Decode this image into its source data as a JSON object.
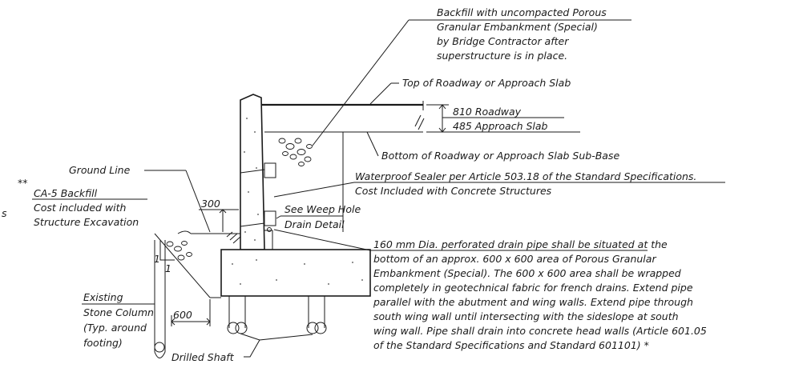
{
  "notes": {
    "backfill_porous": [
      "Backfill with uncompacted Porous",
      "Granular Embankment (Special)",
      "by Bridge Contractor after",
      "superstructure is in place."
    ],
    "top_roadway": "Top of Roadway or Approach Slab",
    "roadway_810": "810 Roadway",
    "approach_485": "485 Approach Slab",
    "bottom_roadway": "Bottom of Roadway or Approach Slab Sub-Base",
    "waterproof": [
      "Waterproof Sealer per Article 503.18 of the Standard Specifications.",
      "Cost Included with Concrete Structures"
    ],
    "ground_line": "Ground Line",
    "double_star": "**",
    "ca5": [
      "CA-5 Backfill",
      "Cost included with",
      "Structure Excavation"
    ],
    "edge_s": "s",
    "dim_300": "300",
    "weep_hole": [
      "See Weep Hole",
      "Drain Detail"
    ],
    "slope_1a": "1",
    "slope_1b": "1",
    "drain_pipe": [
      "160 mm Dia. perforated drain pipe shall be situated at the",
      "bottom of an approx. 600 x 600 area of Porous Granular",
      "Embankment (Special).  The 600 x 600 area shall be wrapped",
      "completely in geotechnical fabric for french drains. Extend pipe",
      "parallel with the abutment and wing walls.  Extend pipe through",
      "south wing wall until intersecting with the sideslope at south",
      "wing wall.  Pipe shall drain into concrete head walls (Article 601.05",
      "of the Standard Specifications and Standard 601101) *"
    ],
    "existing_column": [
      "Existing",
      "Stone Column",
      "(Typ. around",
      "footing)"
    ],
    "dim_600": "600",
    "drilled_shaft": "Drilled Shaft"
  }
}
